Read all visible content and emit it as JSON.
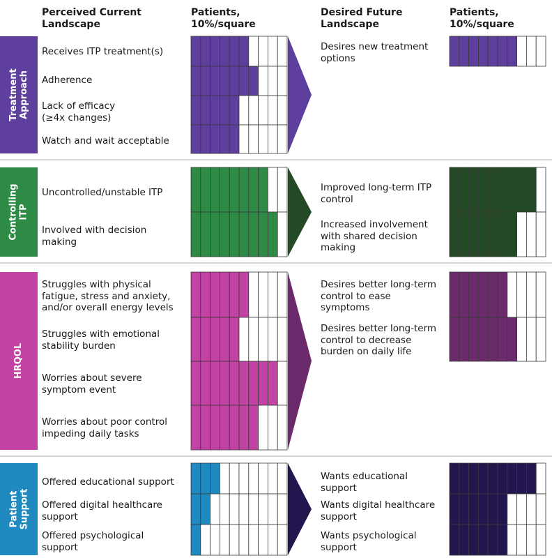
{
  "headers": {
    "current_col": "Perceived Current\nLandscape",
    "patients_col_1": "Patients,\n10%/square",
    "desired_col": "Desired Future\nLandscape",
    "patients_col_2": "Patients,\n10%/square"
  },
  "chart_data": {
    "type": "table",
    "unit": "10%/square",
    "groups": [
      {
        "label": "Treatment\nApproach",
        "color": "#5f3f9e",
        "current": [
          {
            "label": "Receives ITP treatment(s)",
            "value": 60
          },
          {
            "label": "Adherence",
            "value": 70
          },
          {
            "label": "Lack of efficacy\n(≥4x changes)",
            "value": 50
          },
          {
            "label": "Watch and wait acceptable",
            "value": 50
          }
        ],
        "desired": [
          {
            "label": "Desires new treatment\noptions",
            "value": 70
          }
        ]
      },
      {
        "label": "Controlling\nITP",
        "color": "#2e8b46",
        "desired_color": "#244a25",
        "current": [
          {
            "label": "Uncontrolled/unstable ITP",
            "value": 80
          },
          {
            "label": "Involved with decision\nmaking",
            "value": 90
          }
        ],
        "desired": [
          {
            "label": "Improved long-term ITP\ncontrol",
            "value": 90
          },
          {
            "label": "Increased involvement\nwith shared decision\nmaking",
            "value": 70
          }
        ]
      },
      {
        "label": "HRQOL",
        "color": "#c243a3",
        "desired_color": "#6b2a6b",
        "current": [
          {
            "label": "Struggles with physical\nfatigue, stress and anxiety,\nand/or overall energy levels",
            "value": 60
          },
          {
            "label": "Struggles with emotional\nstability burden",
            "value": 50
          },
          {
            "label": "Worries about severe\nsymptom event",
            "value": 90
          },
          {
            "label": "Worries about poor control\nimpeding daily tasks",
            "value": 70
          }
        ],
        "desired": [
          {
            "label": "Desires better long-term\ncontrol to ease\nsymptoms",
            "value": 60
          },
          {
            "label": "Desires better long-term\ncontrol to decrease\nburden on daily life",
            "value": 70
          }
        ]
      },
      {
        "label": "Patient\nSupport",
        "color": "#1f8ac0",
        "desired_color": "#23164f",
        "current": [
          {
            "label": "Offered educational support",
            "value": 30
          },
          {
            "label": "Offered digital healthcare\nsupport",
            "value": 20
          },
          {
            "label": "Offered psychological\nsupport",
            "value": 10
          }
        ],
        "desired": [
          {
            "label": "Wants educational\nsupport",
            "value": 90
          },
          {
            "label": "Wants digital healthcare\nsupport",
            "value": 60
          },
          {
            "label": "Wants psychological\nsupport",
            "value": 60
          }
        ]
      }
    ]
  }
}
